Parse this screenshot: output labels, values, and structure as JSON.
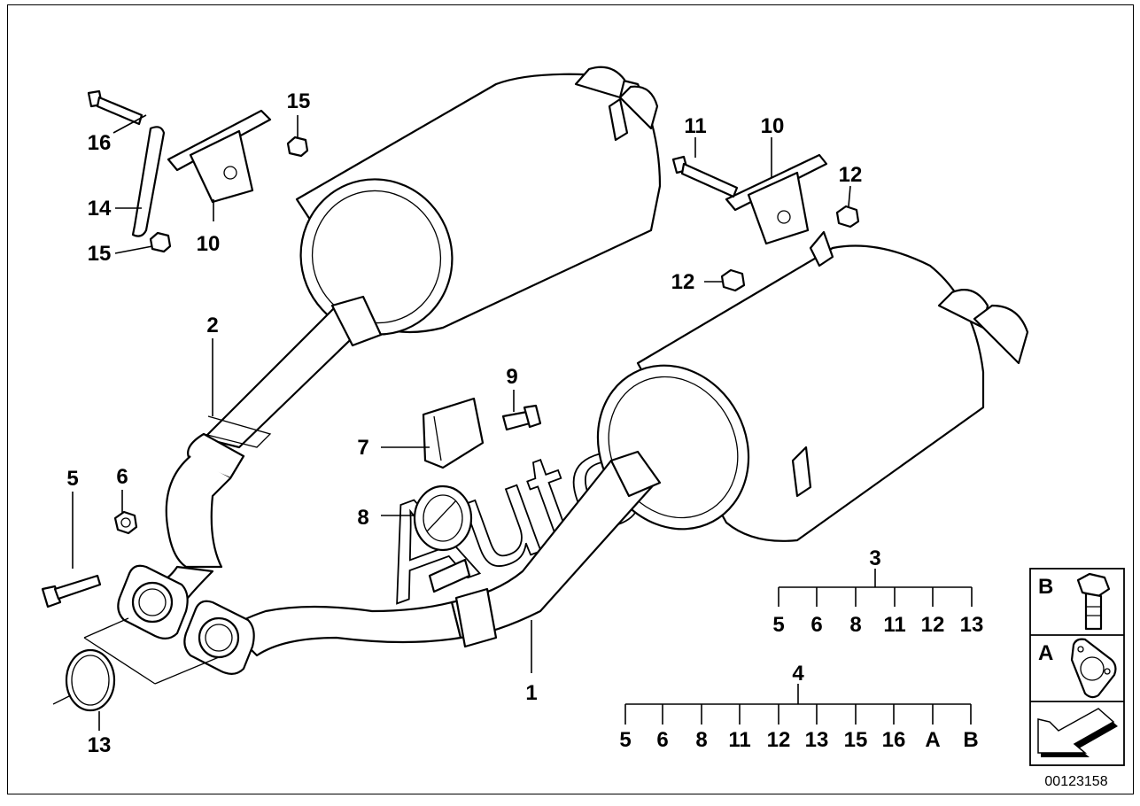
{
  "diagram_code": "00123158",
  "watermark": "AutoSoft",
  "callouts": [
    "1",
    "2",
    "3",
    "4",
    "5",
    "6",
    "7",
    "8",
    "9",
    "10",
    "10",
    "11",
    "12",
    "12",
    "13",
    "14",
    "15",
    "15",
    "16"
  ],
  "group_3": {
    "label": "3",
    "items": [
      "5",
      "6",
      "8",
      "11",
      "12",
      "13"
    ]
  },
  "group_4": {
    "label": "4",
    "items": [
      "5",
      "6",
      "8",
      "11",
      "12",
      "13",
      "15",
      "16",
      "A",
      "B"
    ]
  },
  "legend": [
    {
      "key": "B",
      "icon": "hex-bolt-icon"
    },
    {
      "key": "A",
      "icon": "gasket-icon"
    },
    {
      "key": "",
      "icon": "direction-arrow-icon"
    }
  ]
}
